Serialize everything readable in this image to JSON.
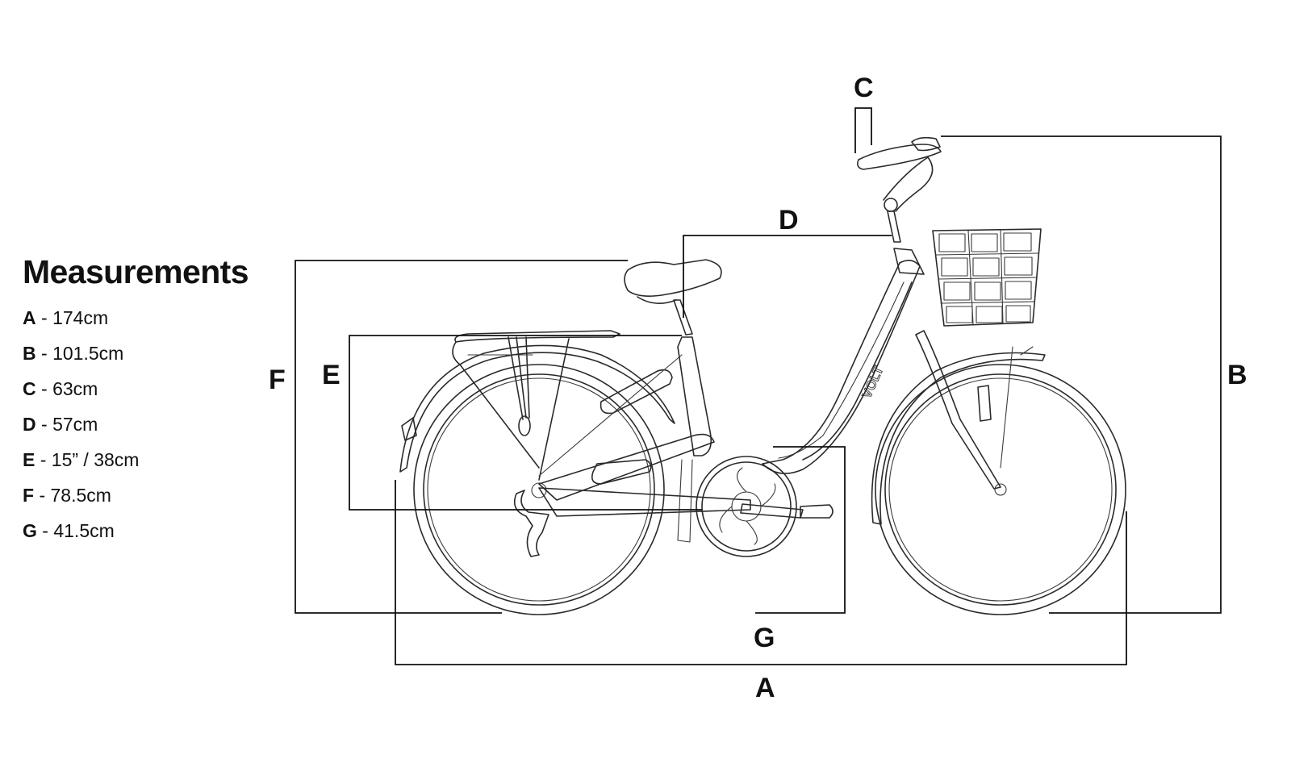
{
  "legend": {
    "title": "Measurements",
    "items": [
      {
        "key": "A",
        "value": "174cm"
      },
      {
        "key": "B",
        "value": "101.5cm"
      },
      {
        "key": "C",
        "value": "63cm"
      },
      {
        "key": "D",
        "value": "57cm"
      },
      {
        "key": "E",
        "value": "15” / 38cm"
      },
      {
        "key": "F",
        "value": "78.5cm"
      },
      {
        "key": "G",
        "value": "41.5cm"
      }
    ]
  },
  "diagram": {
    "labels": {
      "A": "A",
      "B": "B",
      "C": "C",
      "D": "D",
      "E": "E",
      "F": "F",
      "G": "G"
    },
    "brand": "VOLT"
  }
}
